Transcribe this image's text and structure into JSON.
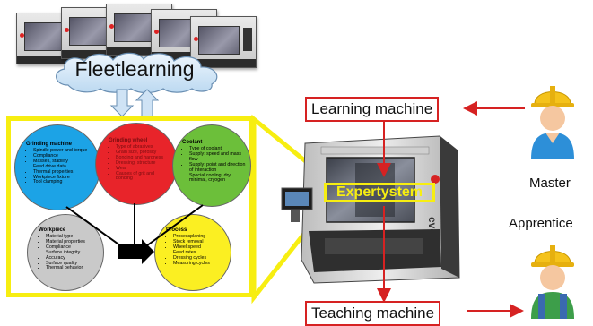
{
  "fleet": {
    "title": "Fleetlearning"
  },
  "circles": {
    "grinding_machine": {
      "title": "Grinding machine",
      "items": [
        "Spindle power and torque",
        "Compliance",
        "Masses, stability",
        "Feed drive data",
        "Thermal properties",
        "Workpiece fixture",
        "Tool clamping"
      ]
    },
    "grinding_wheel": {
      "title": "Grinding wheel",
      "items": [
        "Type of abrasives",
        "Grain size, porosity",
        "Bonding and hardness",
        "Dressing, structure",
        "Wear",
        "Causes of grit and bonding"
      ]
    },
    "coolant": {
      "title": "Coolant",
      "items": [
        "Type of coolant",
        "Supply: speed and mass flow",
        "Supply: point and direction of interaction",
        "Special cooling, dry, minimal, cryogen"
      ]
    },
    "workpiece": {
      "title": "Workpiece",
      "items": [
        "Material type",
        "Material properties",
        "Compliance",
        "Surface integrity",
        "Accuracy",
        "Surface quality",
        "Thermal behavior"
      ]
    },
    "process": {
      "title": "Process",
      "items": [
        "Processplaning",
        "Stock removal",
        "Wheel speed",
        "Feed rates",
        "Dressing cycles",
        "Measuring cycles"
      ]
    }
  },
  "machine": {
    "brand": "evo",
    "expert_label": "Expertystem"
  },
  "learning_label": "Learning machine",
  "teaching_label": "Teaching machine",
  "master_label": "Master",
  "apprentice_label": "Apprentice",
  "colors": {
    "frame_yellow": "#f7ee11",
    "arrow_red": "#d62222",
    "grinding_machine": "#1ca3e6",
    "grinding_wheel": "#e8242a",
    "coolant": "#6cbf3a",
    "workpiece": "#c9c9c9",
    "process": "#fbef22"
  },
  "icons": [
    "master-worker-icon",
    "apprentice-worker-icon",
    "grinding-machine-icon",
    "cloud-icon"
  ]
}
